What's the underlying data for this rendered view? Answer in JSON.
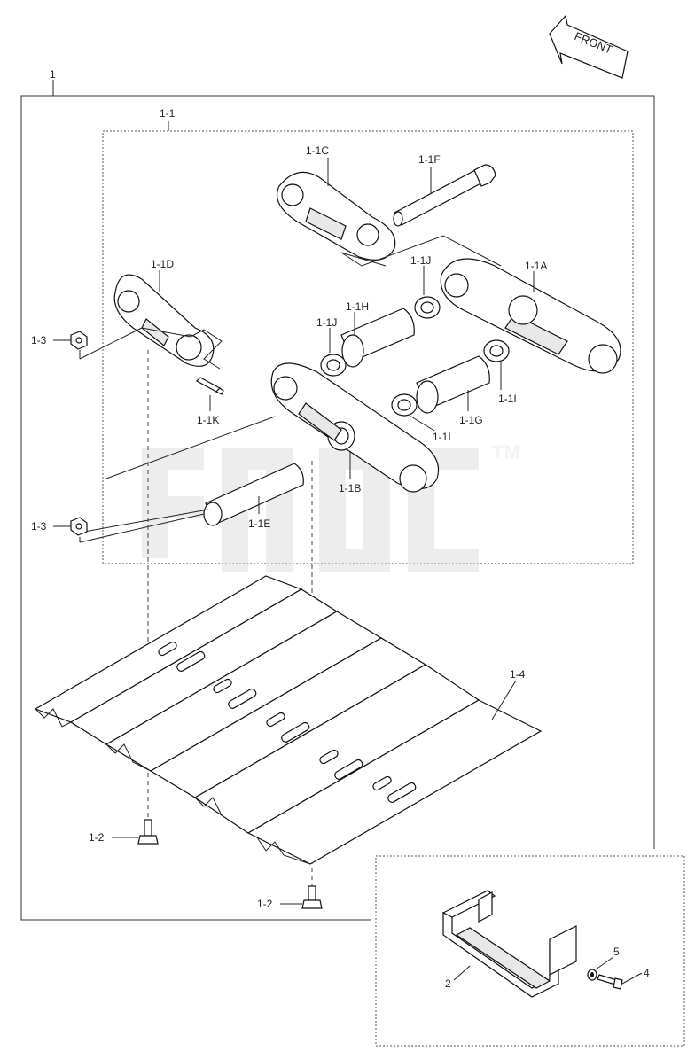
{
  "front_label": "FRONT",
  "watermark": "TM",
  "labels": {
    "assembly": "1",
    "link_assembly": "1-1",
    "link_c": "1-1C",
    "pin_f": "1-1F",
    "link_d": "1-1D",
    "bushing_h": "1-1H",
    "seal_j_top": "1-1J",
    "link_a": "1-1A",
    "seal_j_left": "1-1J",
    "nut_upper": "1-3",
    "nut_lower": "1-3",
    "bushing_g": "1-1G",
    "seal_i_right": "1-1I",
    "seal_i_mid": "1-1I",
    "lock_k": "1-1K",
    "link_b": "1-1B",
    "pin_e": "1-1E",
    "shoe": "1-4",
    "bolt_left": "1-2",
    "bolt_bottom": "1-2",
    "step": "2",
    "washer": "5",
    "bolt_step": "4"
  }
}
